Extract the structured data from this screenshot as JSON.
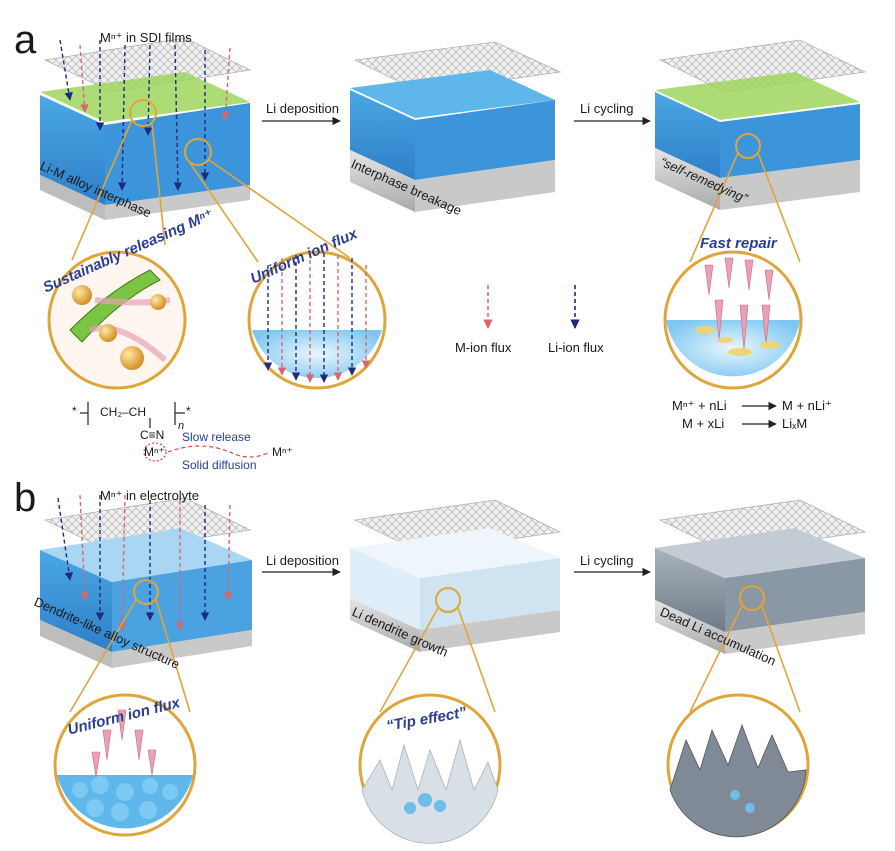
{
  "panel_a": {
    "letter": "a",
    "top_label": "Mⁿ⁺ in SDI films",
    "stage1_label": "Li-M alloy interphase",
    "step1_arrow": "Li deposition",
    "stage2_label": "Interphase breakage",
    "step2_arrow": "Li cycling",
    "stage3_label": "“self-remedying”",
    "zoom1_title": "Sustainably releasing Mⁿ⁺",
    "zoom2_title": "Uniform ion flux",
    "zoom3_title": "Fast repair",
    "legend_m": "M-ion flux",
    "legend_li": "Li-ion flux",
    "polymer": {
      "star_left": "*",
      "backbone": "CH₂–CH",
      "star_right": "*",
      "n": "n",
      "nitrile": "C≡N",
      "ion_left": "Mⁿ⁺",
      "ion_right": "Mⁿ⁺",
      "slow_release": "Slow release",
      "solid_diffusion": "Solid diffusion"
    },
    "eq1_left": "Mⁿ⁺ + nLi",
    "eq1_right": "M + nLi⁺",
    "eq2_left": "M + xLi",
    "eq2_right": "LiₓM",
    "ion_badge": "Mⁿ⁺"
  },
  "panel_b": {
    "letter": "b",
    "top_label": "Mⁿ⁺ in electrolyte",
    "stage1_label": "Dendrite-like alloy structure",
    "step1_arrow": "Li deposition",
    "stage2_label": "Li dendrite growth",
    "step2_arrow": "Li cycling",
    "stage3_label": "Dead Li accumulation",
    "zoom1_title": "Uniform ion flux",
    "zoom2_title": "“Tip effect”"
  },
  "colors": {
    "m_flux": "#d9666f",
    "li_flux": "#1f2a7a",
    "gold": "#e0a53a",
    "electrolyte": "#5fb7ea",
    "film_green": "#8fcf4d",
    "title_blue": "#2a3f8f"
  }
}
